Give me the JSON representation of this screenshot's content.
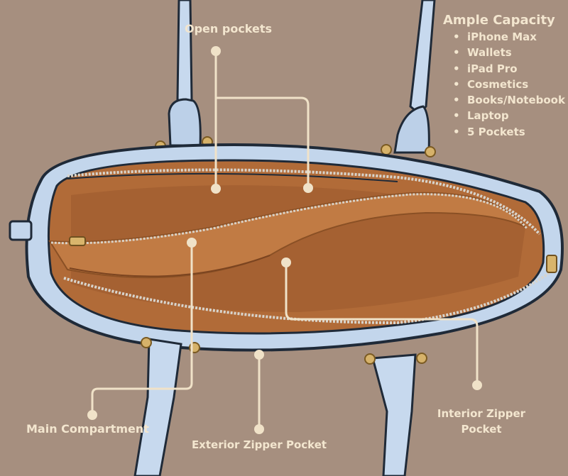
{
  "callouts": {
    "open_pockets": "Open pockets",
    "main_compartment": "Main Compartment",
    "exterior_zipper_pocket": "Exterior Zipper Pocket",
    "interior_zipper_pocket": "Interior Zipper Pocket"
  },
  "capacity": {
    "heading": "Ample Capacity",
    "items": [
      "iPhone Max",
      "Wallets",
      "iPad Pro",
      "Cosmetics",
      "Books/Notebook",
      "Laptop",
      "5 Pockets"
    ]
  },
  "colors": {
    "background": "#a68f7f",
    "label_text": "#f3e6cf",
    "leader_line": "#f0e2c8",
    "bag_blue": "#bfd3ea",
    "bag_trim": "#1f2a38",
    "lining": "#b56f3a"
  }
}
